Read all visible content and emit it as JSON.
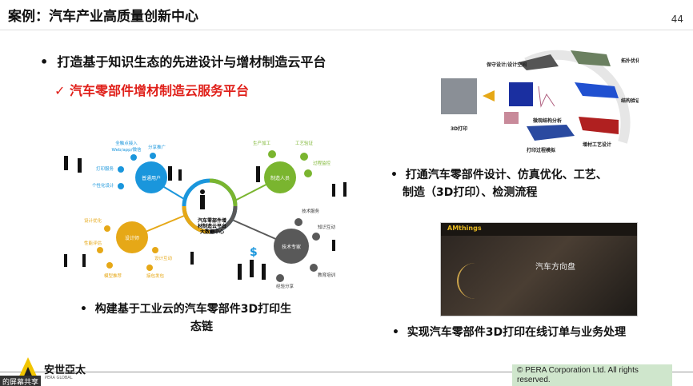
{
  "title": "案例：汽车产业高质量创新中心",
  "page_number": "44",
  "bullets": {
    "main": "打造基于知识生态的先进设计与增材制造云平台",
    "sub_check": "✓ 汽车零部件增材制造云服务平台",
    "left_caption_1": "构建基于工业云的汽车零部件3D打印生",
    "left_caption_2": "态链",
    "right_1_line1": "打通汽车零部件设计、仿真优化、工艺、",
    "right_1_line2": "制造（3D打印）、检测流程",
    "right_2": "实现汽车零部件3D打印在线订单与业务处理"
  },
  "diagram": {
    "center": [
      "汽车零部件增",
      "材制造云平台",
      "大数据中心"
    ],
    "hubs": {
      "user": {
        "label": "普通用户",
        "items": [
          "全触点接入",
          "Web/app/微信",
          "分享推广",
          "打印服务",
          "个性化设计"
        ]
      },
      "maker": {
        "label": "制造人员",
        "items": [
          "生产加工",
          "工艺验证",
          "过程监控"
        ]
      },
      "designer": {
        "label": "设计师",
        "items": [
          "设计优化",
          "性能评估",
          "设计互动",
          "模型推荐",
          "接包发包"
        ]
      },
      "expert": {
        "label": "技术专家",
        "items": [
          "技术服务",
          "知识互动",
          "教育培训",
          "经验分享"
        ]
      }
    },
    "colors": {
      "blue": "#1a96dc",
      "green": "#7ab52f",
      "yellow": "#e6a817",
      "gray": "#595959"
    }
  },
  "process": {
    "labels": [
      "拓扑优化",
      "结构验证",
      "增材工艺设计",
      "打印过程模拟",
      "微观结构分析",
      "保守设计/设计空间",
      "3D打印"
    ]
  },
  "website": {
    "brand": "AMthings",
    "heading": "汽车方向盘"
  },
  "footer": {
    "logo_cn": "安世亞太",
    "logo_en": "PERA GLOBAL",
    "copyright": "© PERA Corporation Ltd. All rights reserved.",
    "share_notice": "的屏幕共享"
  }
}
